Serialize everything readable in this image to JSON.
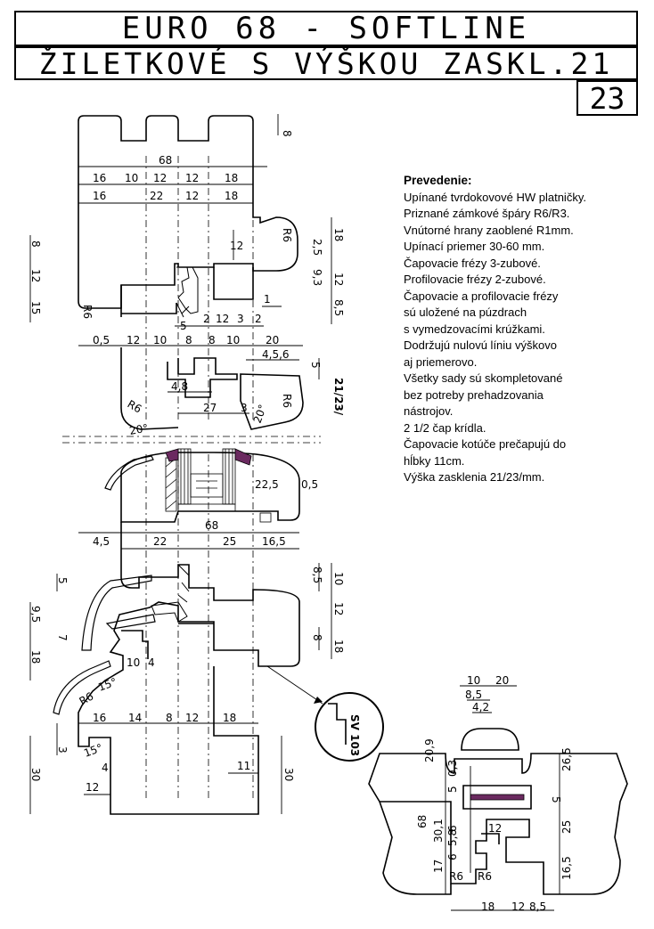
{
  "header": {
    "line1": "EURO 68 - SOFTLINE",
    "line2": "ŽILETKOVÉ S VÝŠKOU ZASKL.21",
    "line3": "23"
  },
  "notes": {
    "heading": "Prevedenie:",
    "lines": [
      "Upínané tvrdokovové HW platničky.",
      "Priznané zámkové špáry R6/R3.",
      "Vnútorné hrany zaoblené R1mm.",
      "Upínací priemer 30-60 mm.",
      "Čapovacie frézy 3-zubové.",
      "Profilovacie frézy 2-zubové.",
      "Čapovacie a profilovacie frézy",
      "sú uložené na púzdrach",
      "s vymedzovacími krúžkami.",
      "Dodržujú nulovú líniu výškovo",
      "aj priemerovo.",
      "Všetky sady sú skompletované",
      "bez potreby prehadzovania",
      "nástrojov.",
      "2 1/2 čap krídla.",
      "Čapovacie kotúče prečapujú do",
      "hĺbky 11cm.",
      "Výška zasklenia 21/23/mm."
    ]
  },
  "dims": {
    "d8top": "8",
    "d68a": "68",
    "r1": [
      "16",
      "10",
      "12",
      "12",
      "18"
    ],
    "r2": [
      "16",
      "22",
      "12",
      "18"
    ],
    "d12a": "12",
    "r6a": "R6",
    "r6b": "R6",
    "left": [
      "8",
      "12",
      "15"
    ],
    "right1": [
      "18",
      "2,5",
      "9,3",
      "12",
      "8,5"
    ],
    "d1": "1",
    "d5a": "5",
    "r3": [
      "2",
      "12",
      "3",
      "2"
    ],
    "r4": [
      "0,5",
      "12",
      "10",
      "8",
      "8",
      "10",
      "20"
    ],
    "d456": "4,5,6",
    "d5b": "5",
    "d48": "4,8",
    "d27": "27",
    "d3a": "3",
    "d2123": "21/23/",
    "r6c": "R6",
    "r6d": "R6",
    "a20a": "20°",
    "a20b": "20°",
    "d225": "22,5",
    "d05": "0,5",
    "d68b": "68",
    "r5": [
      "4,5",
      "22",
      "25",
      "16,5"
    ],
    "right2": [
      "8,5",
      "10",
      "12",
      "8",
      "18"
    ],
    "left2": [
      "5",
      "9,5",
      "7",
      "18"
    ],
    "d104": [
      "10",
      "4"
    ],
    "a15a": "15°",
    "r6e": "R6",
    "r6row": [
      "16",
      "14",
      "8",
      "12",
      "18"
    ],
    "d3b": "3",
    "a15b": "15°",
    "d4": "4",
    "d11": "11",
    "d12b": "12",
    "d30a": "30",
    "d30b": "30",
    "sv": "SV 103",
    "b_top": [
      "10",
      "20"
    ],
    "b_85": "8,5",
    "b_42": "4,2",
    "b_left": [
      "20,9",
      "68",
      "30,1",
      "17"
    ],
    "b_mid": [
      "5",
      "0,3",
      "6",
      "5,8",
      "6"
    ],
    "b_12": "12",
    "b_r6a": "R6",
    "b_r6b": "R6",
    "b_5": "5",
    "b_right": [
      "26,5",
      "25",
      "16,5"
    ],
    "b_bottom": [
      "18",
      "12",
      "8,5"
    ]
  }
}
